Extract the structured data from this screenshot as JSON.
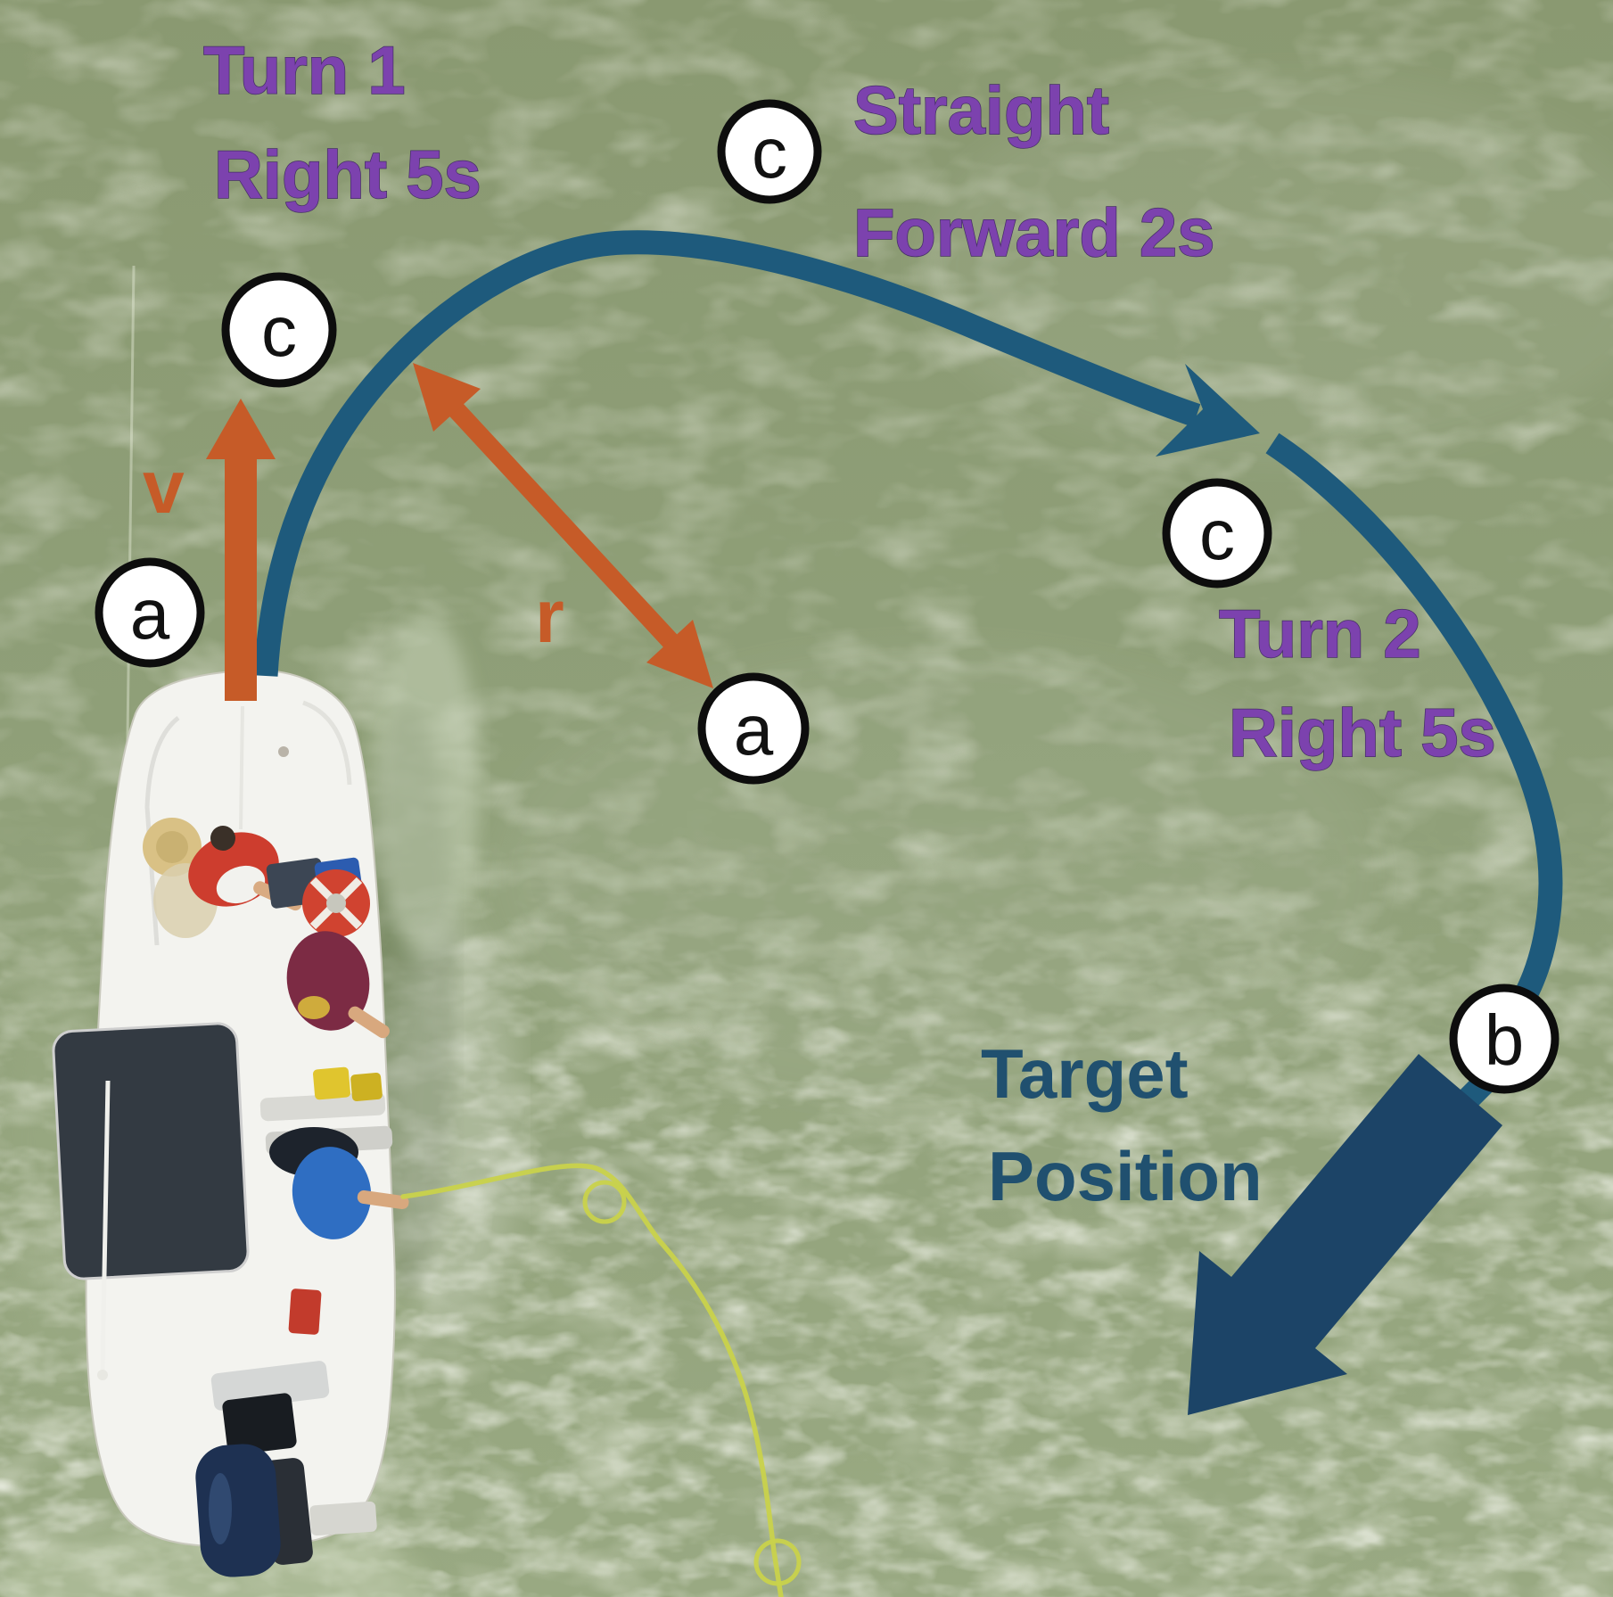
{
  "figure": {
    "description": "Aerial photo of a research boat on green water annotated with a planned maneuver path",
    "annotations": {
      "turn1": {
        "line1": "Turn 1",
        "line2": "Right 5s"
      },
      "straight": {
        "line1": "Straight",
        "line2": "Forward 2s"
      },
      "turn2": {
        "line1": "Turn 2",
        "line2": "Right 5s"
      },
      "target": {
        "line1": "Target",
        "line2": "Position"
      },
      "velocity_label": "v",
      "radius_label": "r"
    }
  },
  "markers": [
    {
      "id": "a-boat",
      "letter": "a"
    },
    {
      "id": "c-upper-left",
      "letter": "c"
    },
    {
      "id": "c-top",
      "letter": "c"
    },
    {
      "id": "a-center",
      "letter": "a"
    },
    {
      "id": "c-right",
      "letter": "c"
    },
    {
      "id": "b-right",
      "letter": "b"
    }
  ],
  "colors": {
    "water_base": "#8e9d76",
    "path_teal": "#1e5a7c",
    "arrow_orange": "#c65b28",
    "text_purple": "#7c42ae",
    "text_navy": "#20506f",
    "target_arrow_navy": "#1c4467",
    "marker_fill": "#ffffff",
    "marker_stroke": "#0d0d0d",
    "rope_yellow": "#c9d24b"
  }
}
